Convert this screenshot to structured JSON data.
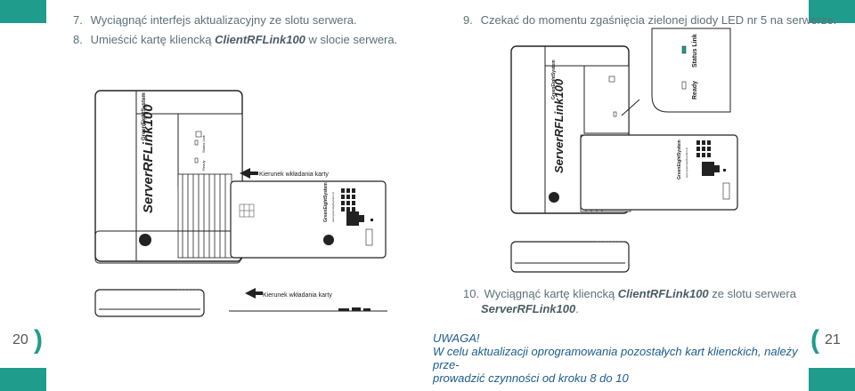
{
  "steps": {
    "s7": {
      "num": "7.",
      "text": "Wyciągnąć interfejs aktualizacyjny ze slotu serwera."
    },
    "s8": {
      "num": "8.",
      "pre": "Umieścić kartę kliencką ",
      "bold": "ClientRFLink100",
      "post": " w slocie serwera."
    },
    "s9": {
      "num": "9.",
      "text": "Czekać do momentu zgaśnięcia zielonej diody LED nr 5 na serwerze."
    },
    "s10": {
      "num": "10.",
      "pre": "Wyciągnąć kartę kliencką ",
      "bold": "ClientRFLink100",
      "post": " ze slotu serwera",
      "bold2": "ServerRFLink100",
      "end": "."
    }
  },
  "figures": {
    "server_name": "ServerRFLink100",
    "brand": "GreenEightSystem",
    "brand_url": "www.greeneightsystem.pl",
    "ready_label": "Ready",
    "status_label": "Status Link",
    "card_direction": "Kierunek wkładania karty"
  },
  "pages": {
    "left": "20",
    "right": "21"
  },
  "warning": {
    "title": "UWAGA!",
    "text_line1": "W celu aktualizacji oprogramowania pozostałych kart klienckich, należy prze-",
    "text_line2": "prowadzić czynności  od kroku 8 do 10"
  },
  "colors": {
    "accent": "#1f9c8c",
    "warning_text": "#1c5d8c",
    "body_text": "#5d7079"
  }
}
